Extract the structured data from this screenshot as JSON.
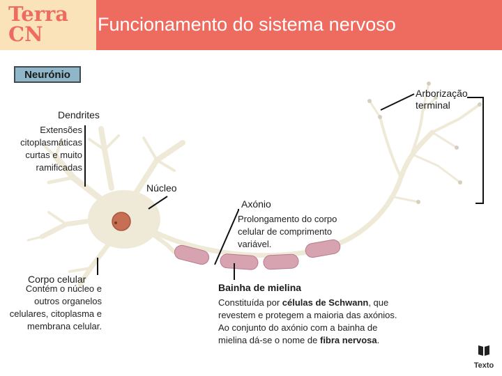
{
  "header": {
    "logo_line1": "Terra",
    "logo_line2": "CN",
    "title": "Funcionamento do sistema nervoso"
  },
  "diagram": {
    "neuron_label": "Neurónio",
    "terminal": "Arborização terminal",
    "dendrites": {
      "label": "Dendrites",
      "desc": "Extensões citoplasmáticas curtas e muito ramificadas"
    },
    "nucleus": "Núcleo",
    "axon": {
      "label": "Axónio",
      "desc": "Prolongamento do corpo celular de comprimento variável."
    },
    "cell_body": {
      "label": "Corpo celular",
      "desc": "Contém o núcleo e outros organelos celulares, citoplasma e membrana celular."
    },
    "myelin": {
      "label": "Bainha de mielina",
      "desc_1": "Constituída por ",
      "desc_bold_1": "células de Schwann",
      "desc_2": ", que revestem e protegem a maioria das axónios.",
      "desc_3": "Ao conjunto do axónio com a bainha de mielina dá-se o nome de ",
      "desc_bold_2": "fibra nervosa",
      "desc_4": "."
    }
  },
  "brand": {
    "text": "Texto"
  },
  "colors": {
    "header": "#ee6b5f",
    "logo_bg": "#fbe3b9",
    "neuron": "#efe9d8",
    "myelin": "#d8a3b1",
    "nucleus": "#c76f52"
  }
}
